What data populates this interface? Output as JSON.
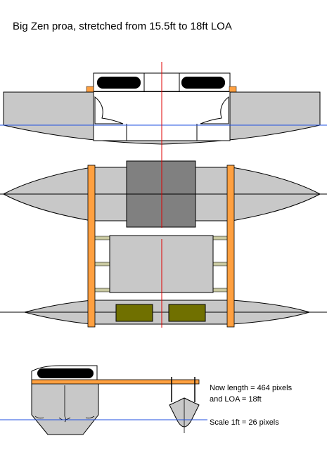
{
  "title": "Big Zen proa, stretched from 15.5ft to 18ft LOA",
  "notes": {
    "length_line": "Now length = 464 pixels",
    "loa_line": "and LOA = 18ft",
    "scale_line": "Scale 1ft = 26 pixels"
  },
  "colors": {
    "hull": "#c8c8c8",
    "deck_dark": "#808080",
    "beam": "#ffa040",
    "outline": "#000000",
    "centerline": "#e00000",
    "waterline": "#2050e0",
    "ballast": "#707000",
    "cross_beam": "#c8c8a0"
  }
}
